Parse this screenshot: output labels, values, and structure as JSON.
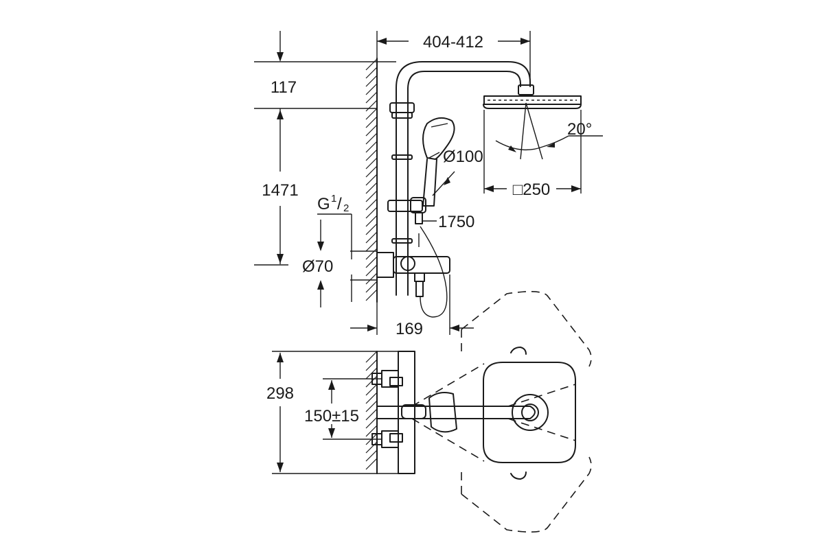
{
  "dimensions": {
    "top_width": "404-412",
    "top_offset": "117",
    "height": "1471",
    "thread_main": "G",
    "thread_num": "1",
    "thread_den": "2",
    "escutcheon": "Ø70",
    "handshower": "Ø100",
    "spray_angle": "20°",
    "head_size": "□250",
    "hose_length": "1750",
    "projection": "169",
    "depth": "298",
    "center_distance": "150±15"
  }
}
